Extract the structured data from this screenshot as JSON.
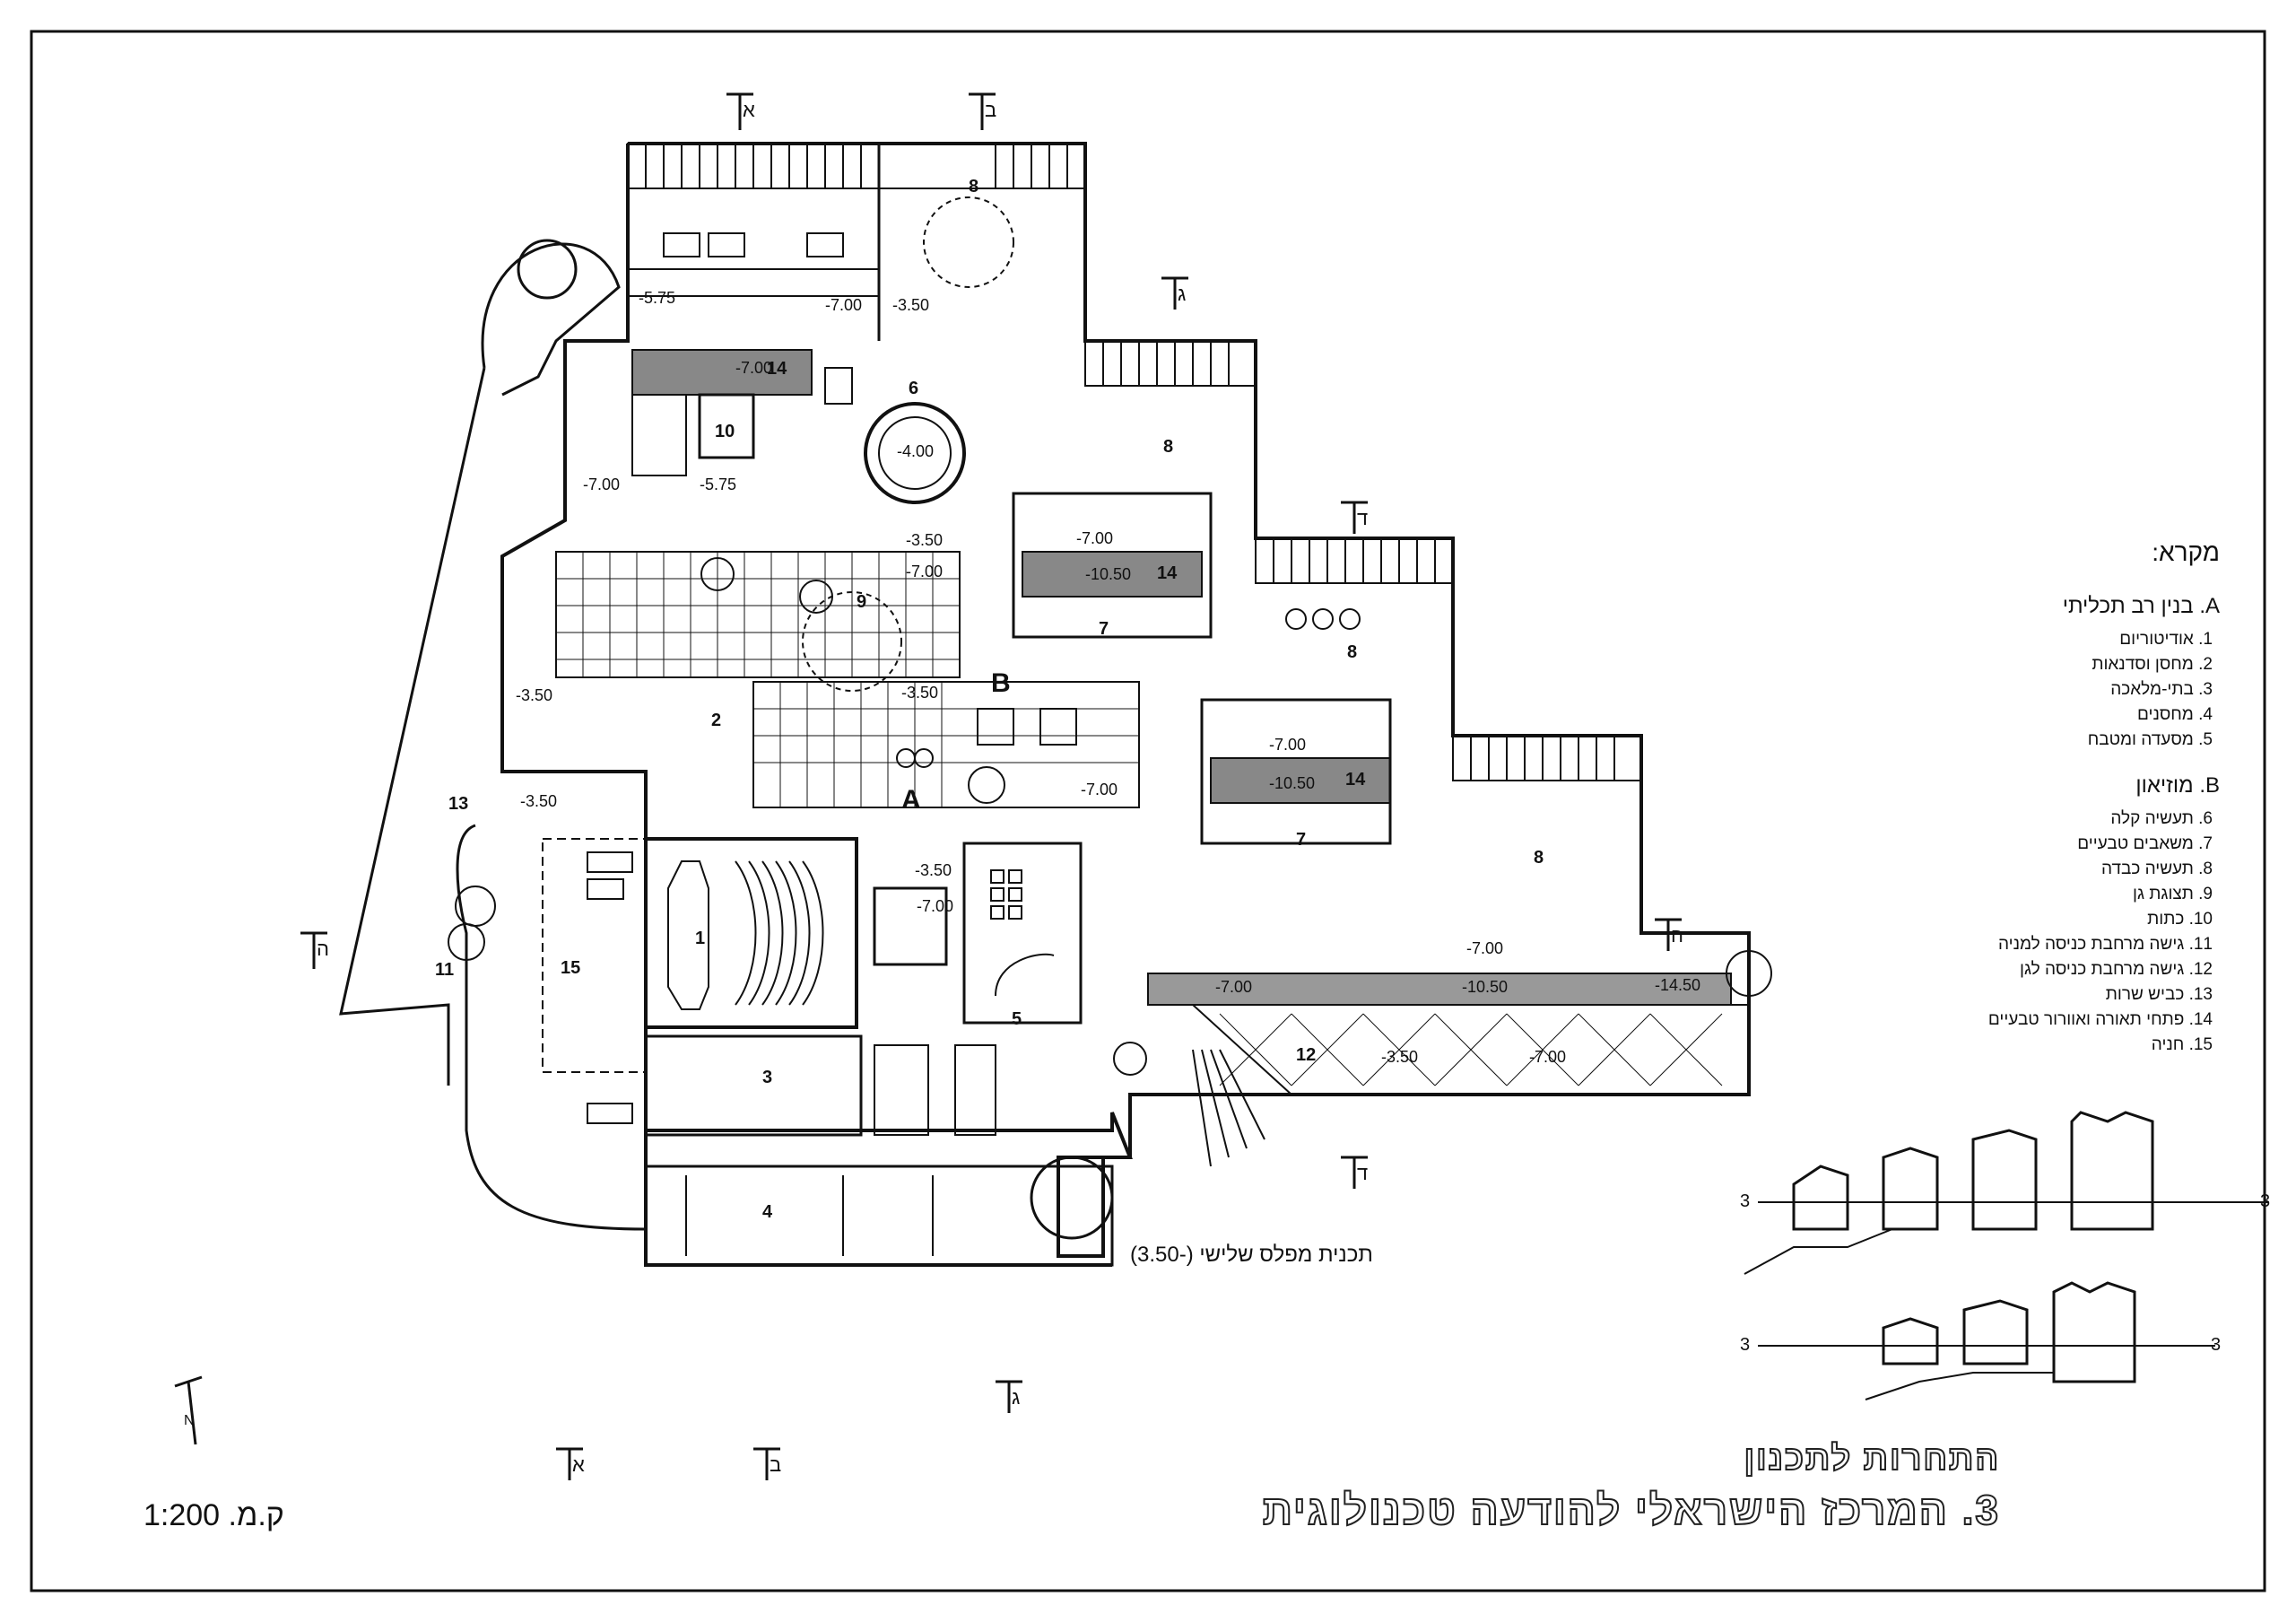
{
  "drawing": {
    "plan_caption": "תכנית מפלס שלישי (-3.50)",
    "scale_label": "ק.מ. 1:200",
    "title_line1": "התחרות לתכנון",
    "title_line2": "3. המרכז הישראלי להודעה טכנולוגית",
    "north_symbol": "N"
  },
  "legend": {
    "title": "מקרא:",
    "group_a": {
      "heading": "A. בנין רב תכליתי",
      "items": [
        "1. אודיטוריום",
        "2. מחסן וסדנאות",
        "3. בתי-מלאכה",
        "4. מחסנים",
        "5. מסעדה ומטבח"
      ]
    },
    "group_b": {
      "heading": "B. מוזיאון",
      "items": [
        "6. תעשיה קלה",
        "7. משאבים טבעיים",
        "8. תעשיה כבדה",
        "9. תצוגת גן",
        "10. כתות",
        "11. גישה מרחבת כניסה למניה",
        "12. גישה מרחבת כניסה לגן",
        "13. כביש שרות",
        "14. פתחי תאורה ואוורור טבעיים",
        "15. חניה"
      ]
    }
  },
  "section_markers": [
    "א",
    "ב",
    "ג",
    "ד",
    "ה"
  ],
  "room_numbers": [
    "1",
    "2",
    "3",
    "4",
    "5",
    "6",
    "7",
    "8",
    "9",
    "10",
    "11",
    "12",
    "13",
    "14",
    "15"
  ],
  "zone_letters": [
    "A",
    "B"
  ],
  "levels": [
    "-5.75",
    "-7.00",
    "-3.50",
    "-4.00",
    "-10.50",
    "-14.50"
  ],
  "section_ref": "3"
}
